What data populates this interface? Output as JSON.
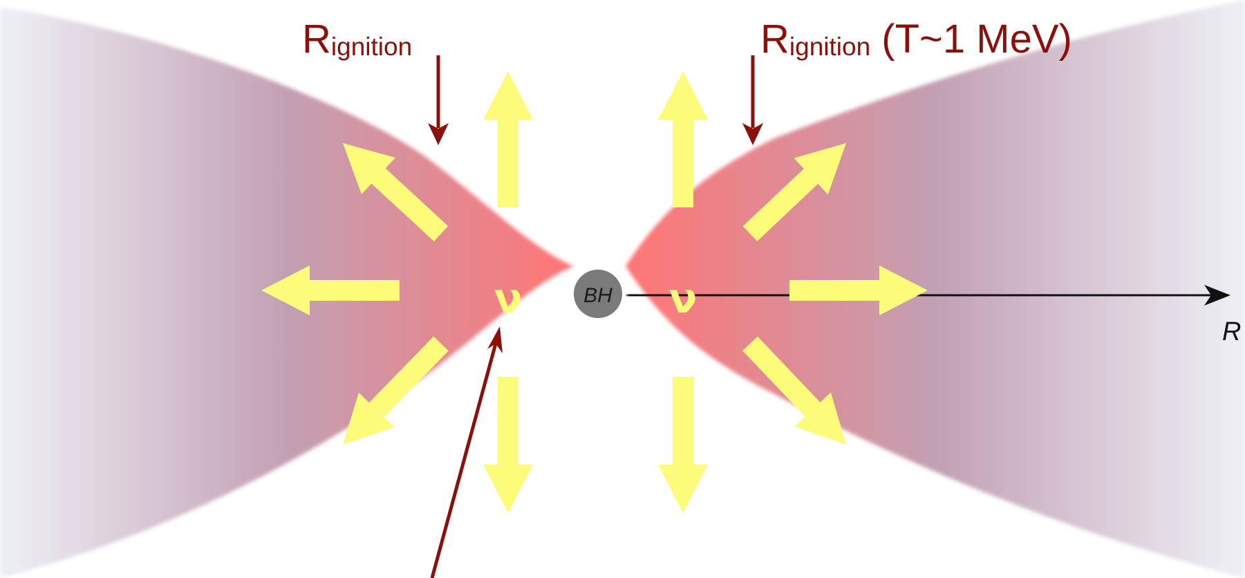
{
  "labels": {
    "ignition_left": {
      "main": "R",
      "sub": "ignition"
    },
    "ignition_right": {
      "main": "R",
      "sub": "ignition",
      "suffix": " (T~1 MeV)"
    },
    "neutrino_left": "ν",
    "neutrino_right": "ν",
    "black_hole": "BH",
    "axis": "R"
  },
  "colors": {
    "disk_inner": "#ff7575",
    "disk_mid": "#c2a0b3",
    "disk_outer": "#eef0f6",
    "emission_arrow": "#fdfc7a",
    "label_red": "#8b0f0a",
    "pointer_arrow": "#8b0f0a",
    "black_hole": "#7a7a7a",
    "axis_line": "#111111"
  },
  "icons": {
    "emission": "block-arrow-icon",
    "pointer": "thin-arrow-icon"
  }
}
